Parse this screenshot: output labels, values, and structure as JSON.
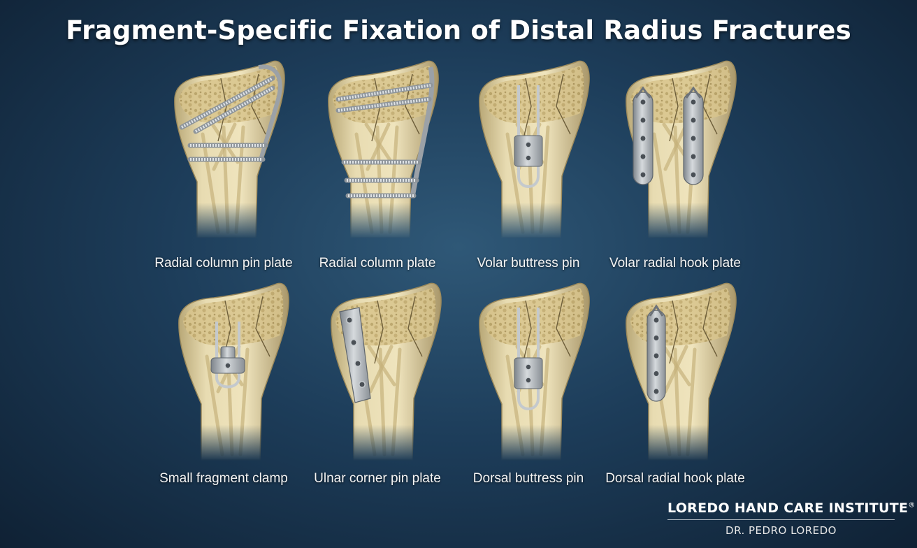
{
  "title": "Fragment-Specific Fixation of Distal Radius Fractures",
  "implants": [
    {
      "name": "Radial column pin plate",
      "hardware": "pin-plate-radial"
    },
    {
      "name": "Radial column plate",
      "hardware": "plate-radial"
    },
    {
      "name": "Volar buttress pin",
      "hardware": "buttress-pin"
    },
    {
      "name": "Volar radial hook plate",
      "hardware": "hook-plates"
    },
    {
      "name": "Small fragment clamp",
      "hardware": "clamp"
    },
    {
      "name": "Ulnar corner pin plate",
      "hardware": "ulnar-plate"
    },
    {
      "name": "Dorsal buttress pin",
      "hardware": "buttress-pin"
    },
    {
      "name": "Dorsal radial hook plate",
      "hardware": "hook-plate-single"
    }
  ],
  "branding": {
    "name": "LOREDO HAND CARE INSTITUTE",
    "trademark": "®",
    "doctor": "DR. PEDRO LOREDO"
  },
  "colors": {
    "background": "#1d3d5a",
    "bone": "#e3d5a8",
    "metal": "#b9bec3"
  }
}
